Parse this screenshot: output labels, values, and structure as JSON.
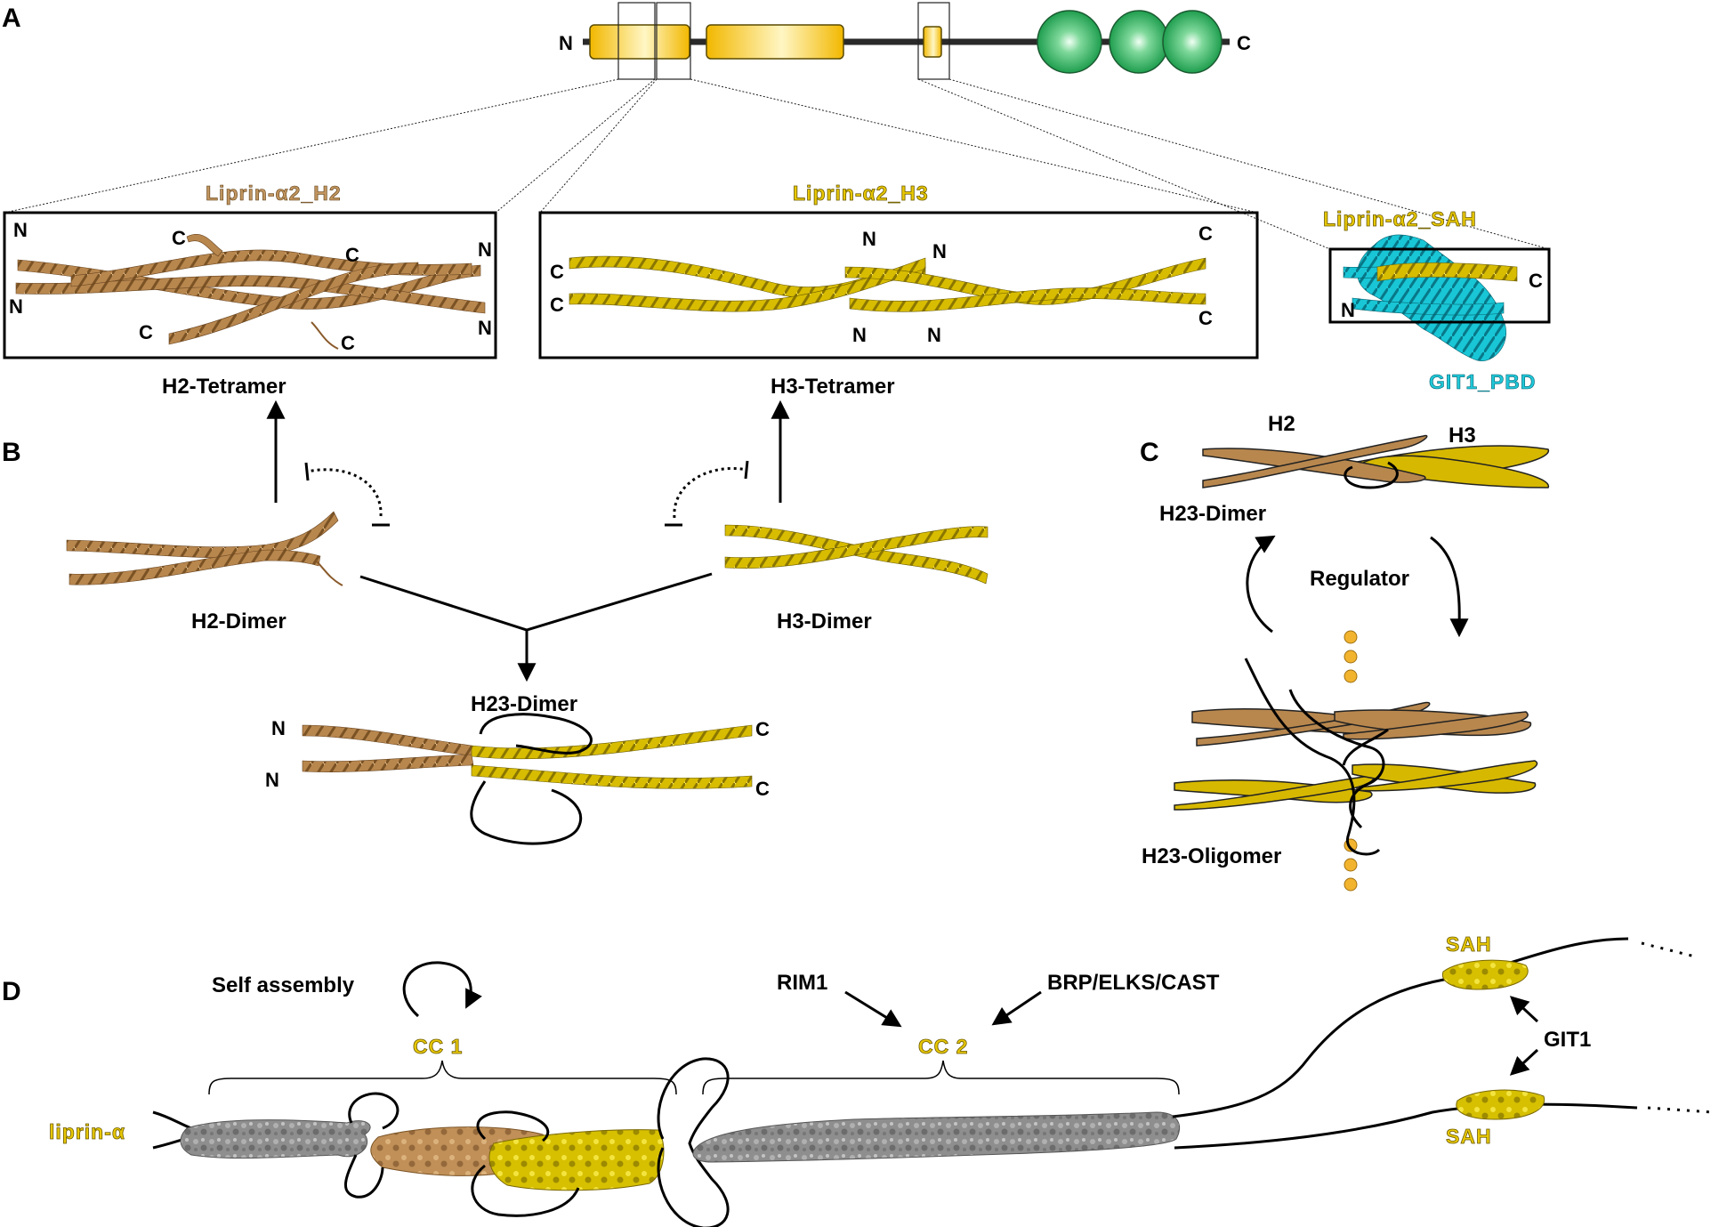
{
  "panels": {
    "a": "A",
    "b": "B",
    "c": "C",
    "d": "D"
  },
  "domain_bar": {
    "n_term": "N",
    "c_term": "C"
  },
  "panel_a": {
    "h2_title": "Liprin-α2_H2",
    "h3_title": "Liprin-α2_H3",
    "sah_title": "Liprin-α2_SAH",
    "git1_label": "GIT1_PBD",
    "h2_caption": "H2-Tetramer",
    "h3_caption": "H3-Tetramer",
    "h2_termini": [
      "N",
      "N",
      "C",
      "C",
      "N",
      "N",
      "C",
      "C"
    ],
    "h3_termini": [
      "C",
      "C",
      "N",
      "N",
      "N",
      "N",
      "C",
      "C"
    ],
    "sah_termini": [
      "N",
      "C"
    ]
  },
  "panel_b": {
    "h2_dimer": "H2-Dimer",
    "h3_dimer": "H3-Dimer",
    "h23_dimer": "H23-Dimer",
    "termini": [
      "N",
      "N",
      "C",
      "C"
    ]
  },
  "panel_c": {
    "h2": "H2",
    "h3": "H3",
    "h23_dimer": "H23-Dimer",
    "regulator": "Regulator",
    "h23_oligomer": "H23-Oligomer"
  },
  "panel_d": {
    "self_assembly": "Self assembly",
    "cc1": "CC 1",
    "cc2": "CC 2",
    "rim1": "RIM1",
    "brp": "BRP/ELKS/CAST",
    "liprin": "liprin-α",
    "sah_top": "SAH",
    "sah_bottom": "SAH",
    "git1": "GIT1"
  },
  "colors": {
    "h2": "#b8874e",
    "h3": "#d4b800",
    "git1": "#18c4d4",
    "gray_surface": "#8c8c8c",
    "domain_box": "#f5c400",
    "green_domain": "#3cb86a",
    "dot": "#f2b42e"
  }
}
